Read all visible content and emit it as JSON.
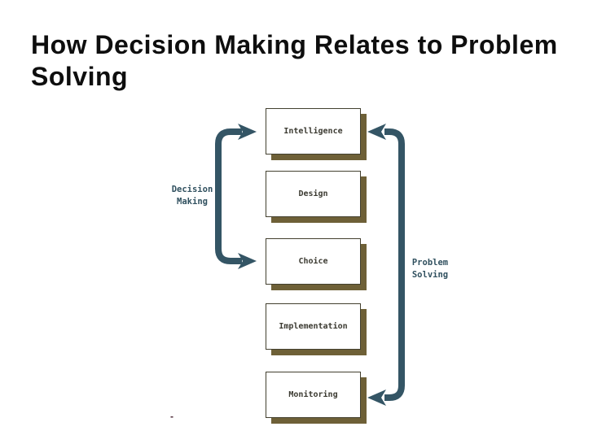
{
  "slide": {
    "title": "How Decision Making Relates to Problem Solving",
    "title_lines": [
      "How Decision Making Relates to Problem",
      "Solving"
    ]
  },
  "diagram": {
    "boxes": [
      "Intelligence",
      "Design",
      "Choice",
      "Implementation",
      "Monitoring"
    ],
    "left_bracket": {
      "label_line1": "Decision",
      "label_line2": "Making",
      "spans_from": "Intelligence",
      "spans_to": "Choice"
    },
    "right_loop": {
      "label_line1": "Problem",
      "label_line2": "Solving",
      "spans_from": "Intelligence",
      "spans_to": "Monitoring"
    }
  },
  "stray_mark": "-",
  "colors": {
    "title": "#0e0e0e",
    "arrow": "#345565",
    "box-shadow": "#6e6037",
    "box-border": "#43402f",
    "box-text": "#3b3a31",
    "side-label": "#30505f",
    "stray": "#4a2634"
  }
}
